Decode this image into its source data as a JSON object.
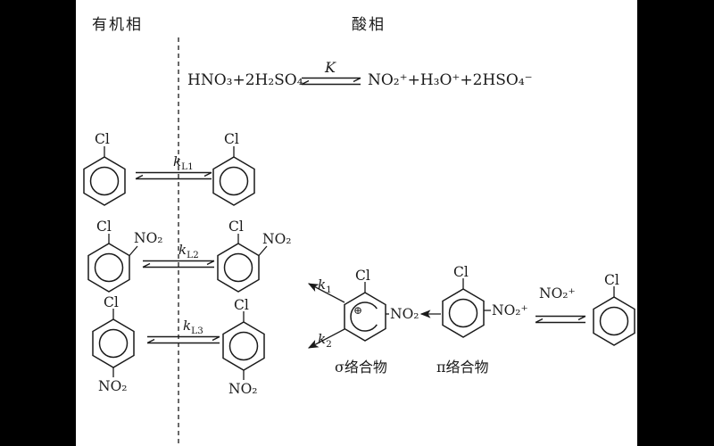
{
  "palette": {
    "background": "#ffffff",
    "side_bar": "#000000",
    "ink": "#1a1a1a"
  },
  "phase_labels": {
    "organic": "有机相",
    "acid": "酸相"
  },
  "equation": {
    "reactants": "HNO₃+2H₂SO₄",
    "equilibrium_constant": "K",
    "products": "NO₂⁺+H₃O⁺+2HSO₄⁻"
  },
  "labels": {
    "cl": "Cl",
    "no2": "NO₂",
    "no2_plus": "NO₂⁺",
    "plus_charge": "⊕"
  },
  "transfer_rows": [
    {
      "k": {
        "base": "k",
        "sub": "L1"
      }
    },
    {
      "k": {
        "base": "k",
        "sub": "L2"
      }
    },
    {
      "k": {
        "base": "k",
        "sub": "L3"
      }
    }
  ],
  "mechanism": {
    "k1": {
      "base": "k",
      "sub": "1"
    },
    "k2": {
      "base": "k",
      "sub": "2"
    },
    "sigma_complex_label": "σ络合物",
    "pi_complex_label": "π络合物",
    "free_nitronium": "NO₂⁺"
  }
}
